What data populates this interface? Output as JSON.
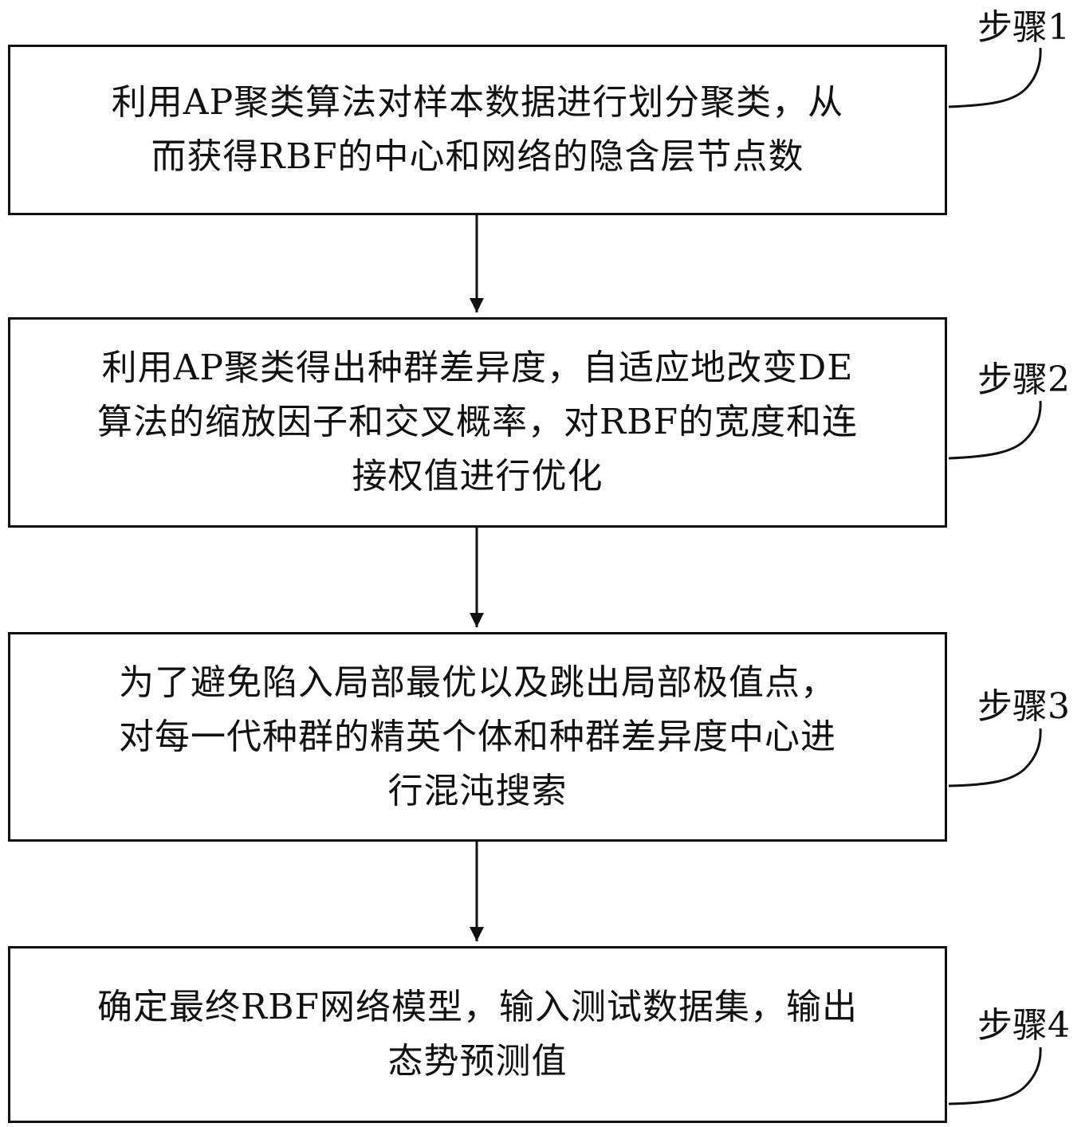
{
  "steps": [
    {
      "label": "步骤1",
      "text": "利用AP聚类算法对样本数据进行划分聚类，从\n而获得RBF的中心和网络的隐含层节点数"
    },
    {
      "label": "步骤2",
      "text": "利用AP聚类得出种群差异度，自适应地改变DE\n算法的缩放因子和交叉概率，对RBF的宽度和连\n接权值进行优化"
    },
    {
      "label": "步骤3",
      "text": "为了避免陷入局部最优以及跳出局部极值点，\n对每一代种群的精英个体和种群差异度中心进\n行混沌搜索"
    },
    {
      "label": "步骤4",
      "text": "确定最终RBF网络模型，输入测试数据集，输出\n态势预测值"
    }
  ]
}
